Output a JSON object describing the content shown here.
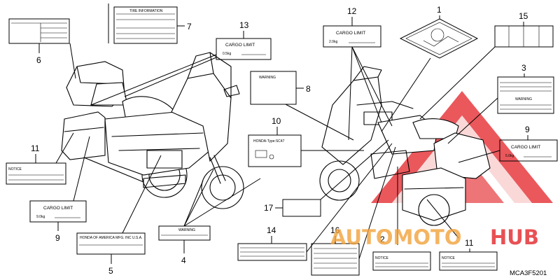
{
  "diagram_code": "MCA3F5201",
  "watermark": {
    "brand_part1": "AUTOMOTO",
    "brand_part2": "HUB",
    "color_part1": "#f2a23a",
    "color_part2": "#e3262a"
  },
  "callouts": {
    "c1": "1",
    "c2": "2",
    "c3": "3",
    "c4": "4",
    "c5": "5",
    "c6": "6",
    "c7": "7",
    "c8": "8",
    "c9a": "9",
    "c9b": "9",
    "c10": "10",
    "c11a": "11",
    "c11b": "11",
    "c12": "12",
    "c13": "13",
    "c14": "14",
    "c15": "15",
    "c16": "16",
    "c17": "17"
  },
  "labels": {
    "tire_info": "TIRE INFORMATION",
    "cargo_limit": "CARGO LIMIT",
    "cargo_13_value": "0.5kg",
    "cargo_12_value": "2.0kg",
    "cargo_9_left_value": "9.0kg",
    "cargo_9_right_value": "5.0kg",
    "warning": "WARNING",
    "notice": "NOTICE",
    "honda_type": "HONDA-Type:SC47",
    "honda_america": "HONDA OF AMERICA MFG. INC U.S.A."
  }
}
